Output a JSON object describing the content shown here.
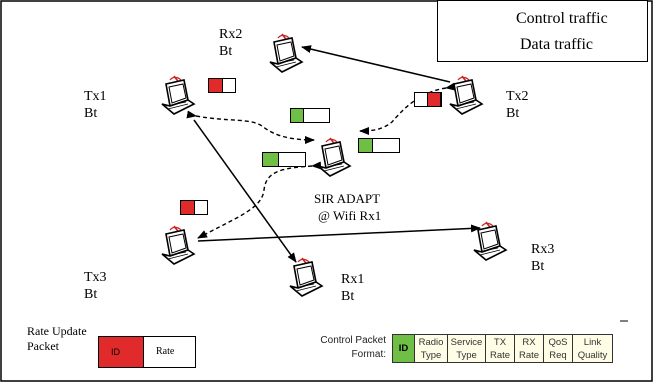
{
  "legend": {
    "control_label": "Control traffic",
    "data_label": "Data traffic"
  },
  "nodes": {
    "rx2": {
      "name": "Rx2",
      "sub": "Bt"
    },
    "tx1": {
      "name": "Tx1",
      "sub": "Bt"
    },
    "tx2": {
      "name": "Tx2",
      "sub": "Bt"
    },
    "center": {
      "line1": "SIR ADAPT",
      "line2": "@ Wifi  Rx1"
    },
    "tx3": {
      "name": "Tx3",
      "sub": "Bt"
    },
    "rx1": {
      "name": "Rx1",
      "sub": "Bt"
    },
    "rx3": {
      "name": "Rx3",
      "sub": "Bt"
    }
  },
  "rate_update": {
    "label_line1": "Rate Update",
    "label_line2": "Packet",
    "id_text": "ID",
    "rate_text": "Rate"
  },
  "control_format": {
    "label_line1": "Control Packet",
    "label_line2": "Format:",
    "id_text": "ID",
    "fields": [
      {
        "top": "Radio",
        "bottom": "Type"
      },
      {
        "top": "Service",
        "bottom": "Type"
      },
      {
        "top": "TX",
        "bottom": "Rate"
      },
      {
        "top": "RX",
        "bottom": "Rate"
      },
      {
        "top": "QoS",
        "bottom": "Req"
      },
      {
        "top": "Link",
        "bottom": "Quality"
      }
    ]
  },
  "colors": {
    "rate_update_red": "#e12a2a",
    "control_green": "#6fbe45",
    "format_bg": "#fffde6"
  },
  "icons": [
    "laptop-icon",
    "antenna-icon"
  ]
}
